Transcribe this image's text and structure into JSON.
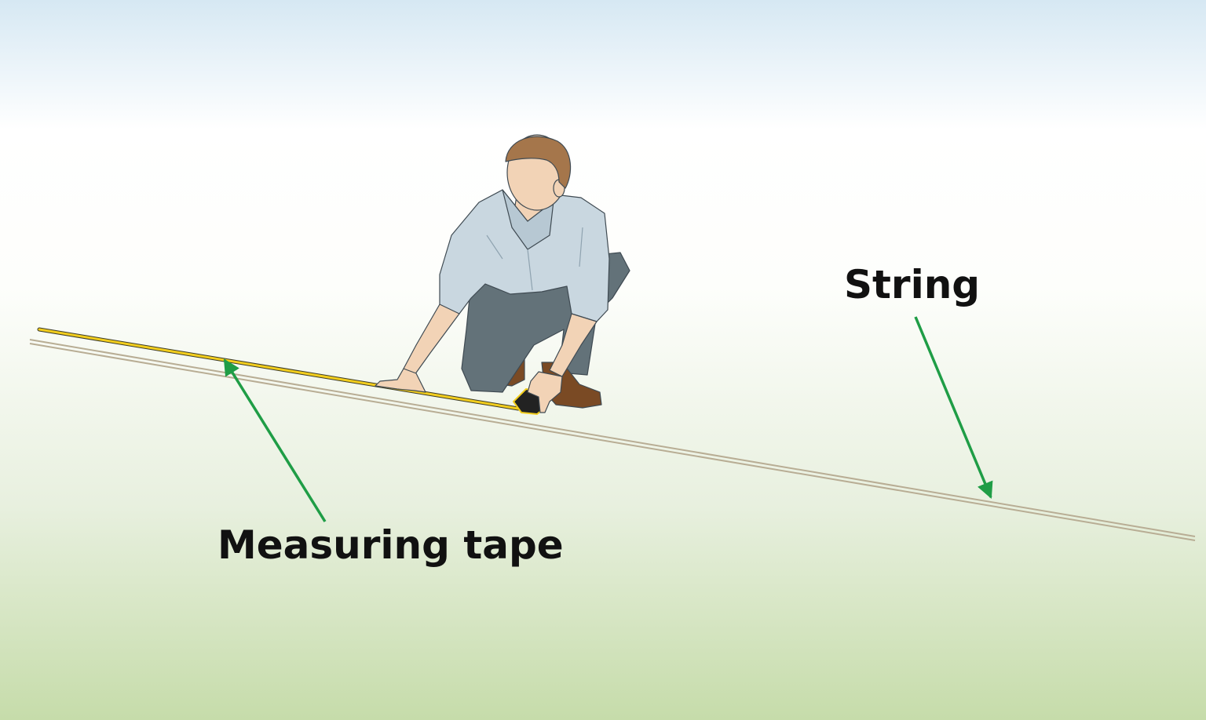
{
  "labels": {
    "string": "String",
    "measuring_tape": "Measuring tape"
  },
  "colors": {
    "sky_top": "#d6e8f3",
    "mid": "#ffffff",
    "ground_bottom": "#c6dcaa",
    "arrow": "#1f9d46",
    "tape": "#f2cd1d",
    "string": "#b8ad94",
    "shirt": "#c9d7e0",
    "pants": "#637279",
    "skin": "#f2d3b6",
    "hair": "#a5764b",
    "boots": "#7a4a24"
  },
  "icons": [
    "person-kneeling-figure",
    "tape-measure-case-icon",
    "arrow-icon"
  ]
}
